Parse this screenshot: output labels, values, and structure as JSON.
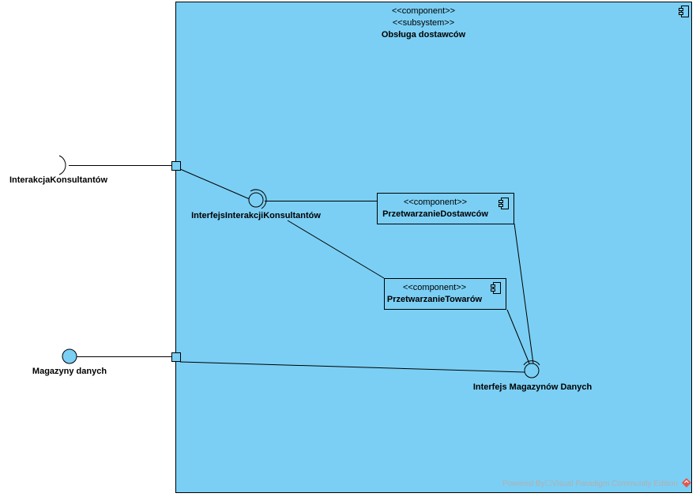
{
  "subsystem": {
    "stereotype_component": "<<component>>",
    "stereotype_subsystem": "<<subsystem>>",
    "name": "Obsługa dostawców",
    "fill_color": "#7bcff4",
    "icon": "component-icon"
  },
  "components": [
    {
      "stereotype": "<<component>>",
      "name": "PrzetwarzanieDostawców",
      "icon": "component-icon"
    },
    {
      "stereotype": "<<component>>",
      "name": "PrzetwarzanieTowarów",
      "icon": "component-icon"
    }
  ],
  "interfaces": {
    "external_required": "InterakcjaKonsultantów",
    "external_provided": "Magazyny danych",
    "internal_consultant": "InterfejsInterakcjiKonsultantów",
    "internal_storage": "Interfejs Magazynów Danych"
  },
  "watermark": {
    "text": "Powered By☐Visual Paradigm Community Edition",
    "logo_color": "#e2574c"
  }
}
